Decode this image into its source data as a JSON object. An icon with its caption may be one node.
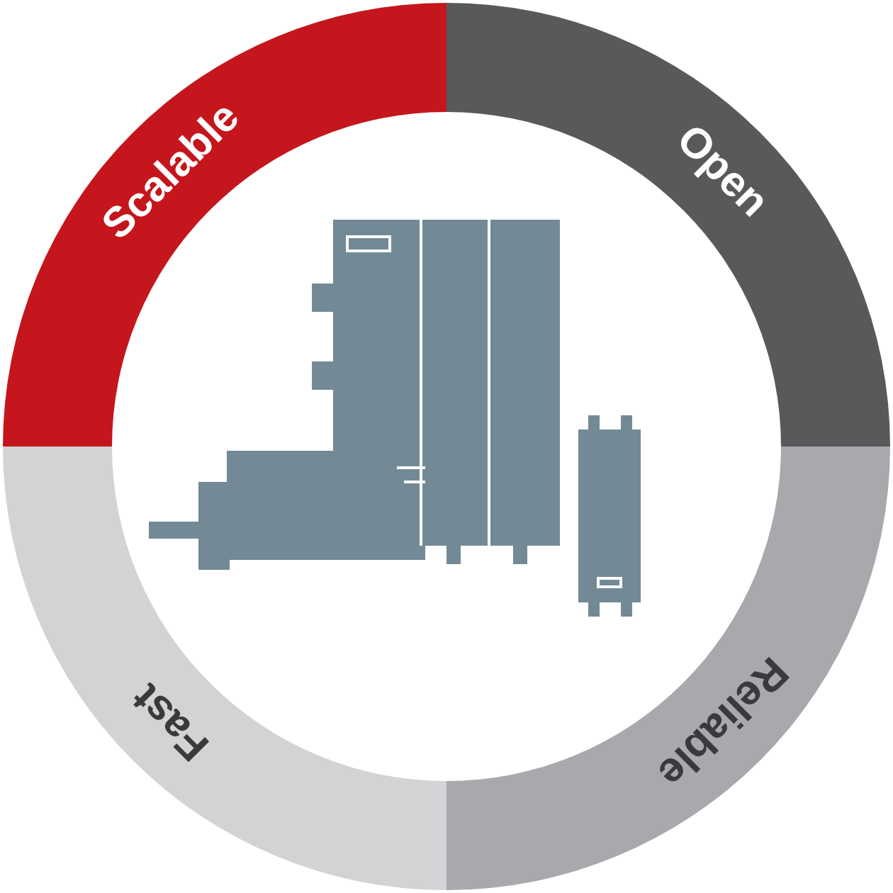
{
  "diagram": {
    "nodes": [
      {
        "text": [
          "Scalable"
        ]
      },
      {
        "text": [
          "Open"
        ]
      },
      {
        "text": [
          "Reliable"
        ]
      },
      {
        "text": [
          "Fast"
        ]
      }
    ]
  }
}
